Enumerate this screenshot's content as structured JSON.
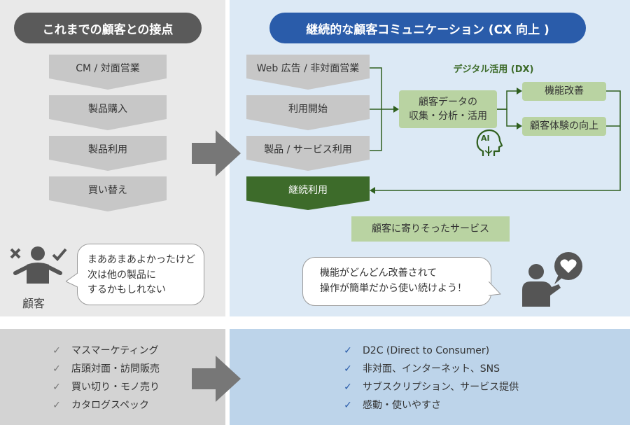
{
  "left_panel": {
    "title": "これまでの顧客との接点",
    "steps": [
      "CM / 対面営業",
      "製品購入",
      "製品利用",
      "買い替え"
    ],
    "customer_label": "顧客",
    "customer_quote_lines": [
      "まああまあよかったけど",
      "次は他の製品に",
      "するかもしれない"
    ]
  },
  "right_panel": {
    "title": "継続的な顧客コミュニケーション (CX 向上 )",
    "steps": [
      "Web 広告 / 非対面営業",
      "利用開始",
      "製品 / サービス利用"
    ],
    "continue_label": "継続利用",
    "dx_label": "デジタル活用 (DX)",
    "data_box_lines": [
      "顧客データの",
      "収集・分析・活用"
    ],
    "ai_label": "AI",
    "improve_1": "機能改善",
    "improve_2": "顧客体験の向上",
    "service_label": "顧客に寄りそったサービス",
    "customer_quote_lines": [
      "機能がどんどん改善されて",
      "操作が簡単だから使い続けよう！"
    ]
  },
  "bottom_left": {
    "items": [
      "マスマーケティング",
      "店頭対面・訪問販売",
      "買い切り・モノ売り",
      "カタログスペック"
    ]
  },
  "bottom_right": {
    "items": [
      "D2C (Direct to Consumer)",
      "非対面、インターネット、SNS",
      "サブスクリプション、サービス提供",
      "感動・使いやすさ"
    ]
  },
  "colors": {
    "left_pill": "#5a5a5a",
    "right_pill": "#2a5caa",
    "dark_green": "#3d6b2a",
    "light_green": "#b9d3a2",
    "arrow_gray": "#777777"
  },
  "icons": [
    "person-doubt-icon",
    "person-heart-icon",
    "ai-head-icon",
    "check-icon",
    "arrow-right-icon"
  ]
}
